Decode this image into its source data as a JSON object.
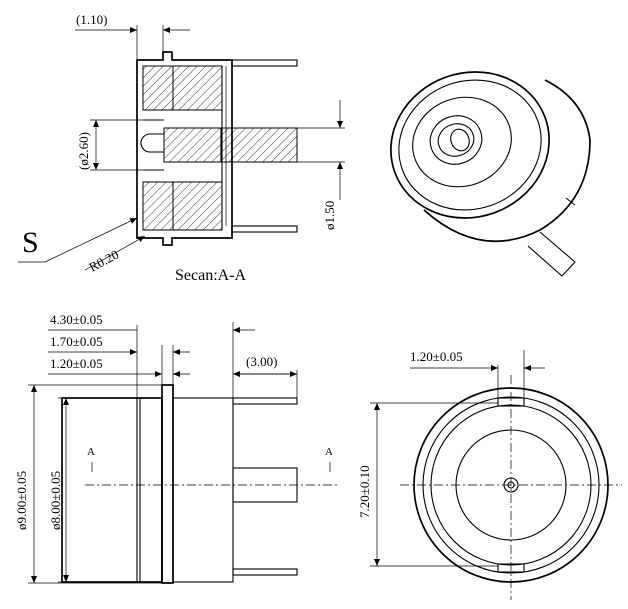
{
  "section_view": {
    "caption": "Secan:A-A",
    "surface_symbol": "S",
    "dims": {
      "top_offset": "(1.10)",
      "hole_diameter": "(ø2.60)",
      "pin_diameter": "ø1.50",
      "radius": "R0.20"
    }
  },
  "side_view": {
    "dims": {
      "length_total": "4.30±0.05",
      "length_mid": "1.70±0.05",
      "flange": "1.20±0.05",
      "pin_length": "(3.00)",
      "outer_diameter": "ø9.00±0.05",
      "inner_diameter": "ø8.00±0.05"
    },
    "section_mark_left": "A",
    "section_mark_right": "A"
  },
  "front_view": {
    "dims": {
      "slot_width": "1.20±0.05",
      "height": "7.20±0.10"
    }
  }
}
